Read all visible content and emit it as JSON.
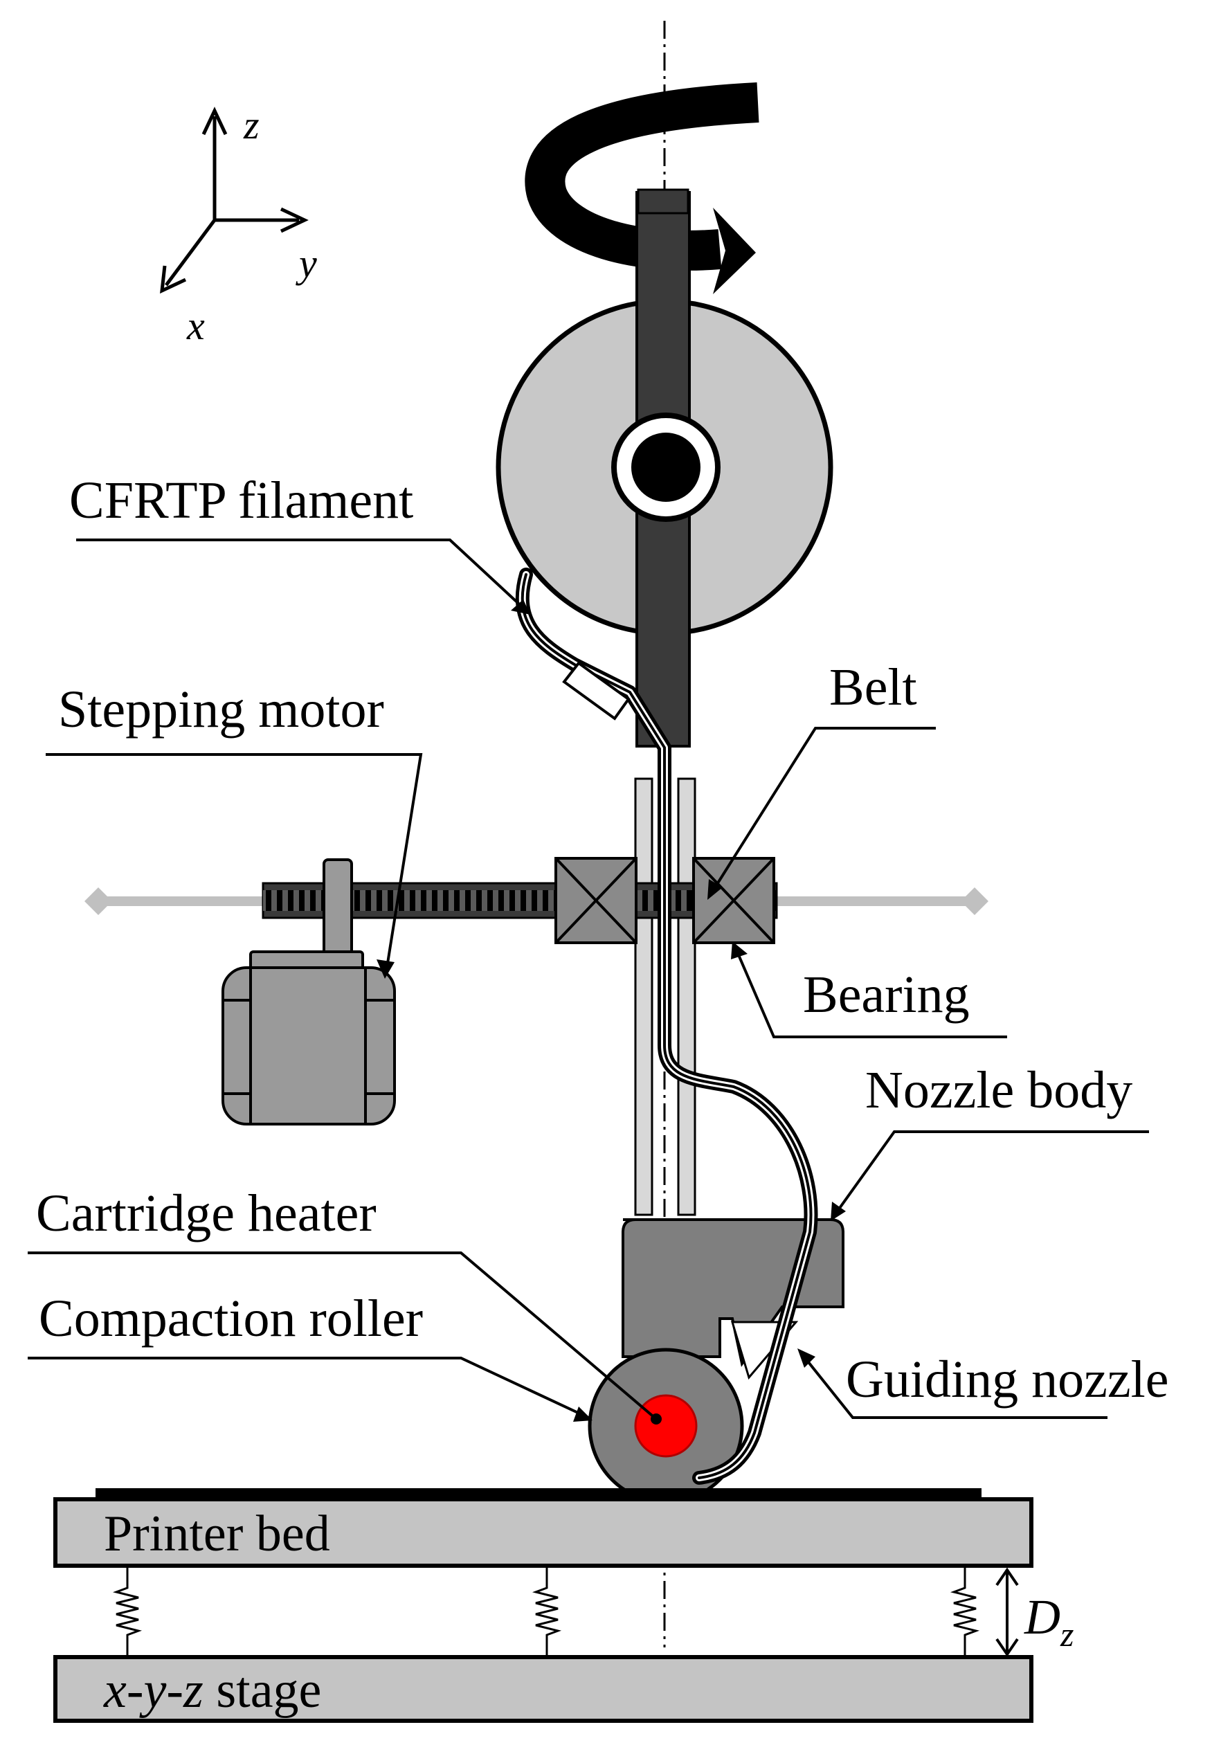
{
  "axes": {
    "z": "z",
    "y": "y",
    "x": "x"
  },
  "labels": {
    "cfrtp_filament": "CFRTP filament",
    "stepping_motor": "Stepping motor",
    "belt": "Belt",
    "bearing": "Bearing",
    "nozzle_body": "Nozzle body",
    "cartridge_heater": "Cartridge heater",
    "compaction_roller": "Compaction roller",
    "guiding_nozzle": "Guiding nozzle",
    "printer_bed": "Printer bed",
    "stage_x": "x",
    "stage_y": "y",
    "stage_z": "z",
    "stage_rest": " stage",
    "dz_main": "D",
    "dz_sub": "z"
  },
  "colors": {
    "heater": "#ff0000",
    "nozzle_body": "#7f7f7f",
    "spool": "#c8c8c8",
    "shaft": "#3a3a3a",
    "bed": "#c4c4c4",
    "motor": "#9a9a9a",
    "rail": "#c0c0c0"
  },
  "icons": [
    "rotation-arrow-icon",
    "axis-triad-icon",
    "spring-icon"
  ]
}
